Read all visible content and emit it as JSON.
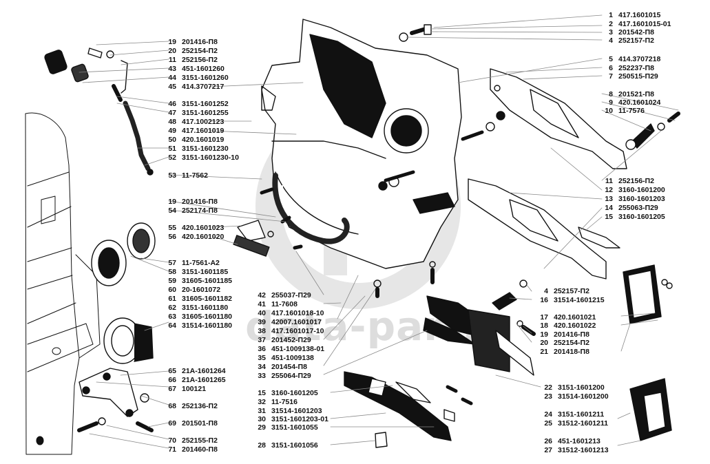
{
  "diagram": {
    "type": "exploded-parts-diagram",
    "subject": "clutch housing and clutch release assembly",
    "watermark": "data-parts",
    "line_color": "#111111",
    "leader_color": "#888888",
    "watermark_color": "#d8d8d8",
    "label_groups": {
      "right_top": [
        {
          "num": "1",
          "code": "417.1601015"
        },
        {
          "num": "2",
          "code": "417.1601015-01"
        },
        {
          "num": "3",
          "code": "201542-П8"
        },
        {
          "num": "4",
          "code": "252157-П2"
        },
        {
          "num": "5",
          "code": "414.3707218"
        },
        {
          "num": "6",
          "code": "252237-П8"
        },
        {
          "num": "7",
          "code": "250515-П29"
        },
        {
          "num": "8",
          "code": "201521-П8"
        },
        {
          "num": "9",
          "code": "420.1601024"
        },
        {
          "num": "10",
          "code": "11-7576"
        },
        {
          "num": "11",
          "code": "252156-П2"
        },
        {
          "num": "12",
          "code": "3160-1601200"
        },
        {
          "num": "13",
          "code": "3160-1601203"
        },
        {
          "num": "14",
          "code": "255063-П29"
        },
        {
          "num": "15",
          "code": "3160-1601205"
        }
      ],
      "right_middle": [
        {
          "num": "4",
          "code": "252157-П2"
        },
        {
          "num": "16",
          "code": "31514-1601215"
        },
        {
          "num": "17",
          "code": "420.1601021"
        },
        {
          "num": "18",
          "code": "420.1601022"
        },
        {
          "num": "19",
          "code": "201416-П8"
        },
        {
          "num": "20",
          "code": "252154-П2"
        },
        {
          "num": "21",
          "code": "201418-П8"
        }
      ],
      "right_bottom": [
        {
          "num": "22",
          "code": "3151-1601200"
        },
        {
          "num": "23",
          "code": "31514-1601200"
        },
        {
          "num": "24",
          "code": "3151-1601211"
        },
        {
          "num": "25",
          "code": "31512-1601211"
        },
        {
          "num": "26",
          "code": "451-1601213"
        },
        {
          "num": "27",
          "code": "31512-1601213"
        }
      ],
      "left_top": [
        {
          "num": "19",
          "code": "201416-П8"
        },
        {
          "num": "20",
          "code": "252154-П2"
        },
        {
          "num": "11",
          "code": "252156-П2"
        },
        {
          "num": "43",
          "code": "451-1601260"
        },
        {
          "num": "44",
          "code": "3151-1601260"
        },
        {
          "num": "45",
          "code": "414.3707217"
        },
        {
          "num": "46",
          "code": "3151-1601252"
        },
        {
          "num": "47",
          "code": "3151-1601255"
        },
        {
          "num": "48",
          "code": "417.1002123"
        },
        {
          "num": "49",
          "code": "417.1601019"
        },
        {
          "num": "50",
          "code": "420.1601019"
        },
        {
          "num": "51",
          "code": "3151-1601230"
        },
        {
          "num": "52",
          "code": "3151-1601230-10"
        },
        {
          "num": "53",
          "code": "11-7562"
        }
      ],
      "left_middle": [
        {
          "num": "19",
          "code": "201416-П8"
        },
        {
          "num": "54",
          "code": "252174-П8"
        },
        {
          "num": "55",
          "code": "420.1601023"
        },
        {
          "num": "56",
          "code": "420.1601020"
        },
        {
          "num": "57",
          "code": "11-7561-А2"
        },
        {
          "num": "58",
          "code": "3151-1601185"
        },
        {
          "num": "59",
          "code": "31605-1601185"
        },
        {
          "num": "60",
          "code": "20-1601072"
        },
        {
          "num": "61",
          "code": "31605-1601182"
        },
        {
          "num": "62",
          "code": "3151-1601180"
        },
        {
          "num": "63",
          "code": "31605-1601180"
        },
        {
          "num": "64",
          "code": "31514-1601180"
        }
      ],
      "left_bottom": [
        {
          "num": "65",
          "code": "21А-1601264"
        },
        {
          "num": "66",
          "code": "21А-1601265"
        },
        {
          "num": "67",
          "code": "100121"
        },
        {
          "num": "68",
          "code": "252136-П2"
        },
        {
          "num": "69",
          "code": "201501-П8"
        },
        {
          "num": "70",
          "code": "252155-П2"
        },
        {
          "num": "71",
          "code": "201460-П8"
        }
      ],
      "center": [
        {
          "num": "42",
          "code": "255037-П29"
        },
        {
          "num": "41",
          "code": "11-7608"
        },
        {
          "num": "40",
          "code": "417.1601018-10"
        },
        {
          "num": "39",
          "code": "42007.1601017"
        },
        {
          "num": "38",
          "code": "417.1601017-10"
        },
        {
          "num": "37",
          "code": "201452-П29"
        },
        {
          "num": "36",
          "code": "451-1009138-01"
        },
        {
          "num": "35",
          "code": "451-1009138"
        },
        {
          "num": "34",
          "code": "201454-П8"
        },
        {
          "num": "33",
          "code": "255064-П29"
        }
      ],
      "center_bottom": [
        {
          "num": "15",
          "code": "3160-1601205"
        },
        {
          "num": "32",
          "code": "11-7516"
        },
        {
          "num": "31",
          "code": "31514-1601203"
        },
        {
          "num": "30",
          "code": "3151-1601203-01"
        },
        {
          "num": "29",
          "code": "3151-1601055"
        },
        {
          "num": "28",
          "code": "3151-1601056"
        }
      ]
    }
  }
}
